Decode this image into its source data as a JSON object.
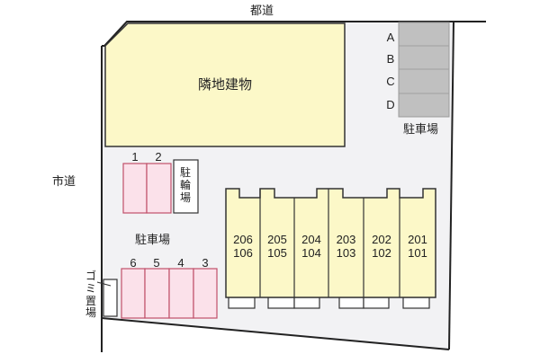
{
  "roads": {
    "north": "都道",
    "west": "市道"
  },
  "neighbor_building": {
    "label": "隣地建物",
    "fill": "#fcf8c8"
  },
  "parking_east": {
    "label": "駐車場",
    "fill": "#c0c0c0",
    "spaces": [
      "A",
      "B",
      "C",
      "D"
    ]
  },
  "parking_west": {
    "label": "駐車場",
    "fill": "#fbe1ea",
    "stroke": "#c0506a",
    "row_top": [
      "1",
      "2"
    ],
    "row_bottom": [
      "6",
      "5",
      "4",
      "3"
    ]
  },
  "bicycle_parking": {
    "label": "駐輪場"
  },
  "garbage": {
    "label": "ゴミ置場"
  },
  "building": {
    "fill": "#fcf8c8",
    "units": [
      {
        "upper": "206",
        "lower": "106"
      },
      {
        "upper": "205",
        "lower": "105"
      },
      {
        "upper": "204",
        "lower": "104"
      },
      {
        "upper": "203",
        "lower": "103"
      },
      {
        "upper": "202",
        "lower": "102"
      },
      {
        "upper": "201",
        "lower": "101"
      }
    ]
  },
  "site": {
    "fill": "#f2f2f4"
  }
}
